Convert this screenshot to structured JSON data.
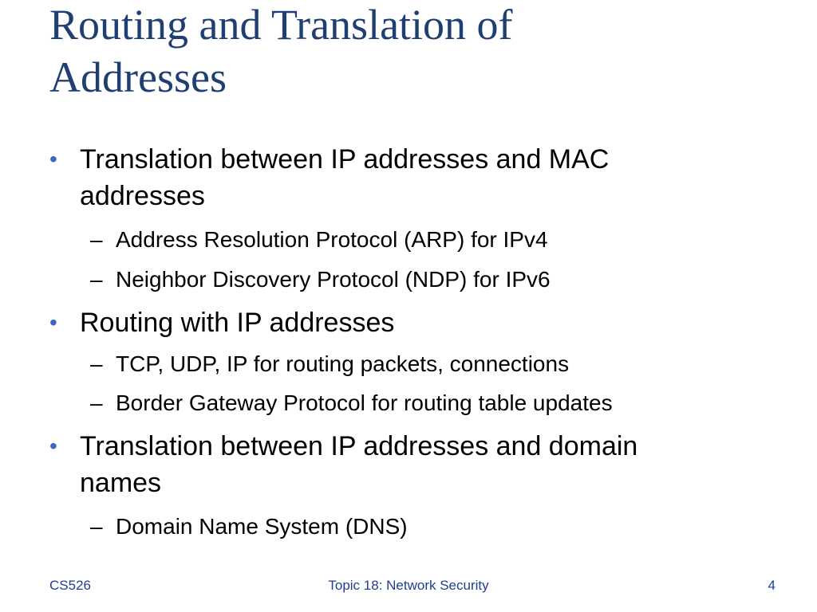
{
  "slide": {
    "title_line1": "Routing and Translation of",
    "title_line2": "Addresses",
    "bullets": [
      {
        "marker": "•",
        "line1": "Translation between IP addresses and MAC",
        "line2": "addresses",
        "subs": [
          {
            "marker": "–",
            "text": "Address Resolution Protocol (ARP) for IPv4"
          },
          {
            "marker": "–",
            "text": "Neighbor Discovery Protocol (NDP) for IPv6"
          }
        ]
      },
      {
        "marker": "•",
        "line1": "Routing with IP addresses",
        "subs": [
          {
            "marker": "–",
            "text": "TCP, UDP, IP for routing packets, connections"
          },
          {
            "marker": "–",
            "text": "Border Gateway Protocol for routing table updates"
          }
        ]
      },
      {
        "marker": "•",
        "line1": "Translation between IP addresses and domain",
        "line2": "names",
        "subs": [
          {
            "marker": "–",
            "text": "Domain Name System (DNS)"
          }
        ]
      }
    ]
  },
  "footer": {
    "course": "CS526",
    "topic": "Topic 18: Network Security",
    "page_number": "4"
  },
  "colors": {
    "title": "#1f3f73",
    "bullet": "#3a66c7",
    "footer": "#1f3f8f",
    "background": "#ffffff"
  }
}
